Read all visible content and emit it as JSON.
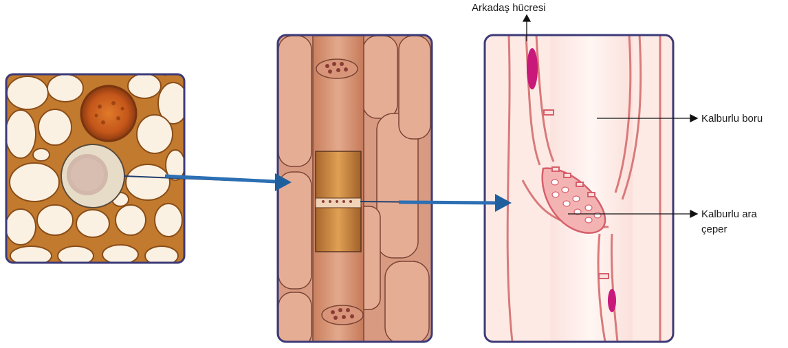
{
  "labels": {
    "companion_cell": "Arkadaş hücresi",
    "sieve_tube": "Kalburlu boru",
    "sieve_plate_line1": "Kalburlu ara",
    "sieve_plate_line2": "çeper"
  },
  "panels": {
    "micrograph": "light-micrograph-cross-section",
    "longitudinal": "sieve-tube-longitudinal-illustration",
    "detail": "sieve-plate-detail-illustration"
  },
  "colors": {
    "frame": "#3b3a78",
    "arrow_blue": "#1f5f9e",
    "cell_wall_brown": "#b5651d",
    "cell_pink": "#f4c6c0",
    "companion_magenta": "#c8197a"
  }
}
